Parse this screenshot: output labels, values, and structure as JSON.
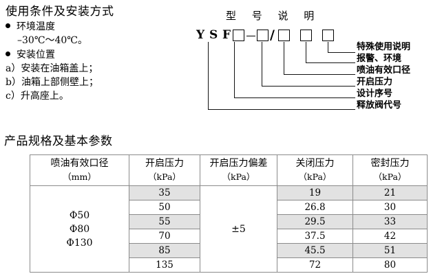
{
  "usage": {
    "section_title": "使用条件及安装方式",
    "bullets": [
      {
        "label": "环境温度"
      },
      {
        "label": "安装位置"
      }
    ],
    "temperature_range": "–30℃～40℃。",
    "install_items": [
      "a）安装在油箱盖上；",
      "b）油箱上部侧壁上；",
      "c）升高座上。"
    ]
  },
  "model": {
    "title": "型 号 说 明",
    "code_letters": [
      "Y",
      "S",
      "F"
    ],
    "slash": "/",
    "labels": [
      "特殊使用说明",
      "报警、环境",
      "喷油有效口径",
      "开启压力",
      "设计序号",
      "释放阀代号"
    ]
  },
  "spec": {
    "section_title": "产品规格及基本参数",
    "table": {
      "headers": [
        {
          "name": "喷油有效口径",
          "unit": "（mm）"
        },
        {
          "name": "开启压力",
          "unit": "（kPa）"
        },
        {
          "name": "开启压力偏差",
          "unit": "（kPa）"
        },
        {
          "name": "关闭压力",
          "unit": "（kPa）"
        },
        {
          "name": "密封压力",
          "unit": "（kPa）"
        }
      ],
      "diameters": [
        "Φ50",
        "Φ80",
        "Φ130"
      ],
      "deviation": "±5",
      "rows": [
        {
          "open": "35",
          "close": "19",
          "seal": "21",
          "shaded": true
        },
        {
          "open": "50",
          "close": "26.8",
          "seal": "30",
          "shaded": false
        },
        {
          "open": "55",
          "close": "29.5",
          "seal": "33",
          "shaded": true
        },
        {
          "open": "70",
          "close": "37.5",
          "seal": "42",
          "shaded": false
        },
        {
          "open": "85",
          "close": "45.5",
          "seal": "51",
          "shaded": true
        },
        {
          "open": "135",
          "close": "72",
          "seal": "80",
          "shaded": false
        }
      ]
    }
  }
}
